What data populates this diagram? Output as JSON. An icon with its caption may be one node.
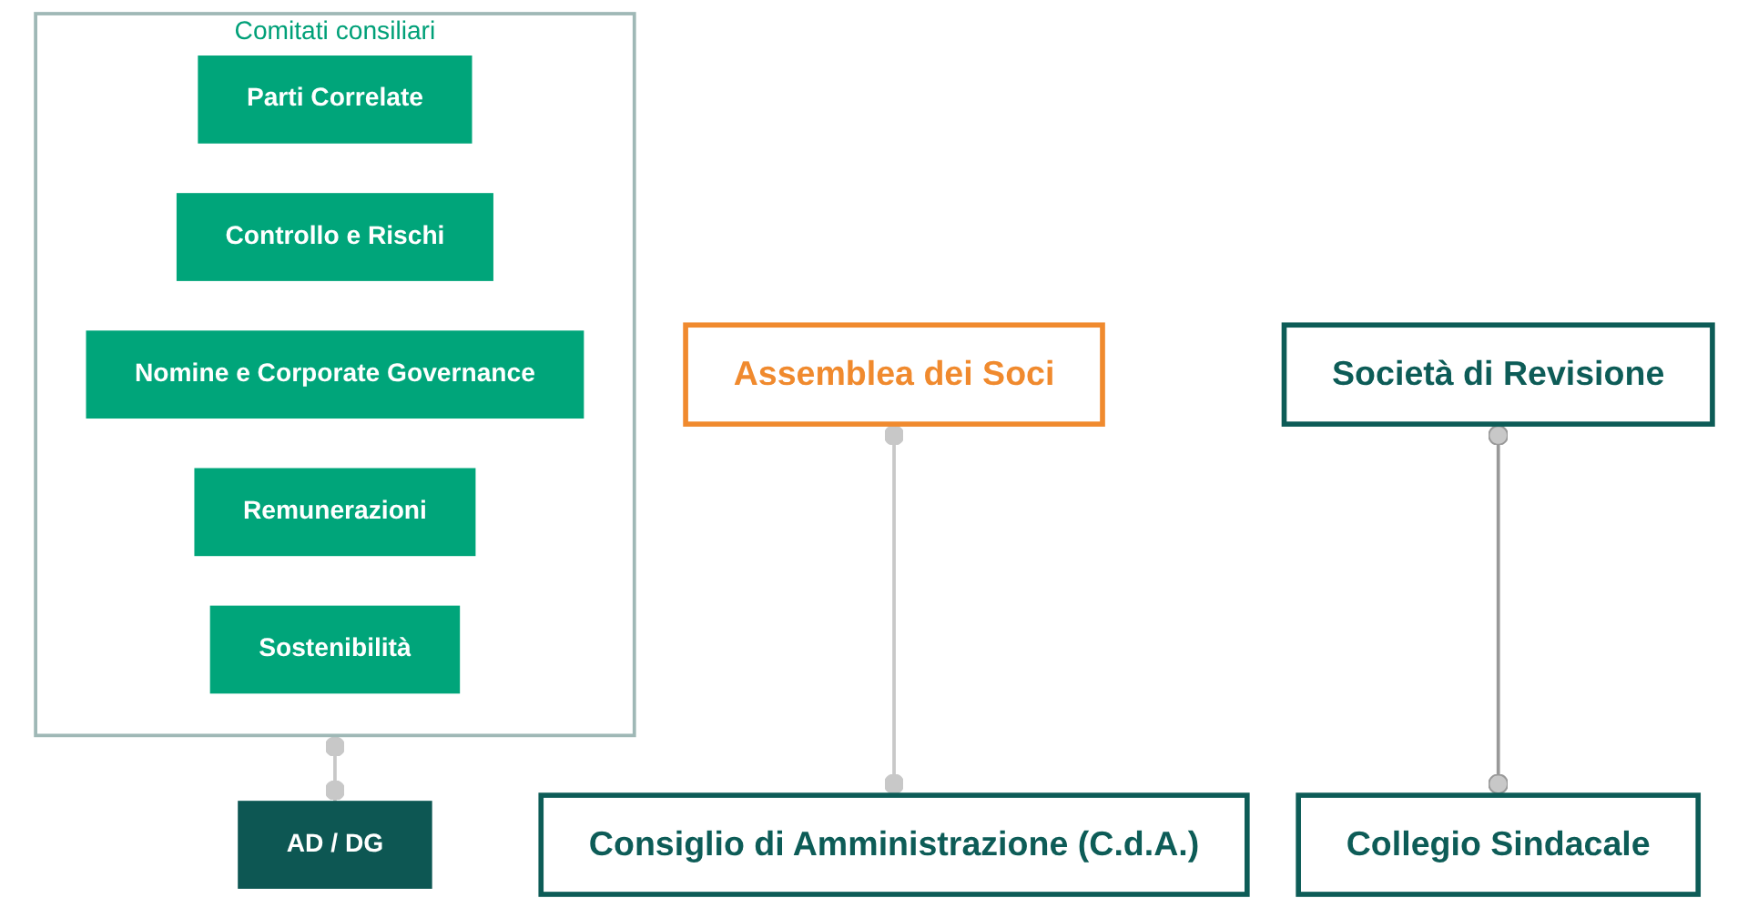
{
  "diagram": {
    "nodes": [
      {
        "text": [
          "Assemblea dei Soci"
        ]
      },
      {
        "text": [
          "Società di Revisione"
        ]
      },
      {
        "text": [
          "Collegio Sindacale"
        ]
      },
      {
        "text": [
          "Consiglio di Amministrazione (C.d.A.)"
        ]
      },
      {
        "text": [
          "Comitati consiliari"
        ]
      },
      {
        "text": [
          "Parti Correlate"
        ],
        "in": 4
      },
      {
        "text": [
          "Controllo e Rischi"
        ],
        "in": 4
      },
      {
        "text": [
          "Nomine e Corporate Governance"
        ],
        "in": 4
      },
      {
        "text": [
          "Remunerazioni"
        ],
        "in": 4
      },
      {
        "text": [
          "Sostenibilità"
        ],
        "in": 4
      },
      {
        "text": [
          "AD / DG"
        ]
      }
    ],
    "edges": [
      {
        "from": 0,
        "to": 3,
        "arrow": "other"
      },
      {
        "from": 1,
        "to": 2,
        "arrow": "other",
        "color": "#999999"
      },
      {
        "from": 4,
        "to": 10,
        "arrow": "other"
      }
    ]
  }
}
